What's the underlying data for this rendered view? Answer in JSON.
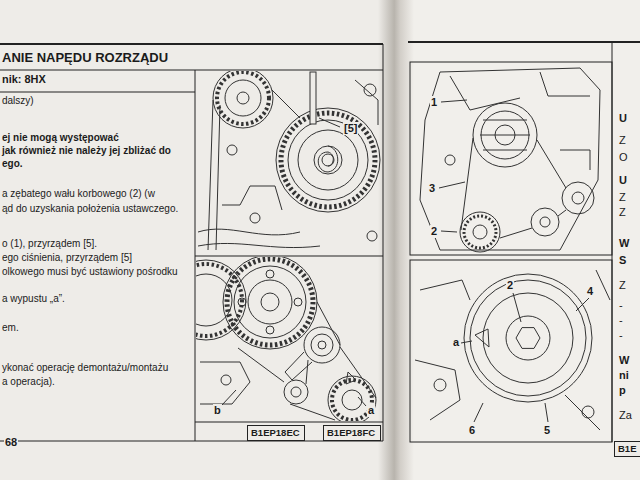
{
  "diagram": {
    "title": "ANIE NAPĘDU ROZRZĄDU",
    "nodes": [
      {
        "text": [
          "nik: 8HX"
        ]
      },
      {
        "text": [
          "dalszy)",
          "ej nie mogą występować",
          "jak również nie należy jej zbliżać do",
          "ego.",
          "a zębatego wału korbowego (2) (w",
          "ąd do uzyskania położenia ustawczego.",
          "o (1), przyrządem [5].",
          "ego ciśnienia, przyrządem [5]",
          "olkowego musi być ustawiony pośrodku",
          "a wypustu „a”.",
          "em.",
          "ykonać operację demontażu/montażu",
          "a operacja)."
        ]
      },
      {
        "text": [
          "B1EP18EC"
        ]
      },
      {
        "text": [
          "B1EP18FC"
        ]
      },
      {
        "text": [
          "U",
          "Z",
          "O",
          "U",
          "Z",
          "Z",
          "W",
          "S",
          "Z",
          "-",
          "-",
          "-",
          "W",
          "ni",
          "p",
          "Za"
        ]
      },
      {
        "text": [
          "B1E"
        ]
      }
    ],
    "labels": [
      "[5]",
      "b",
      "a",
      "68",
      "1",
      "3",
      "2",
      "a",
      "2",
      "4",
      "6",
      "5"
    ]
  }
}
